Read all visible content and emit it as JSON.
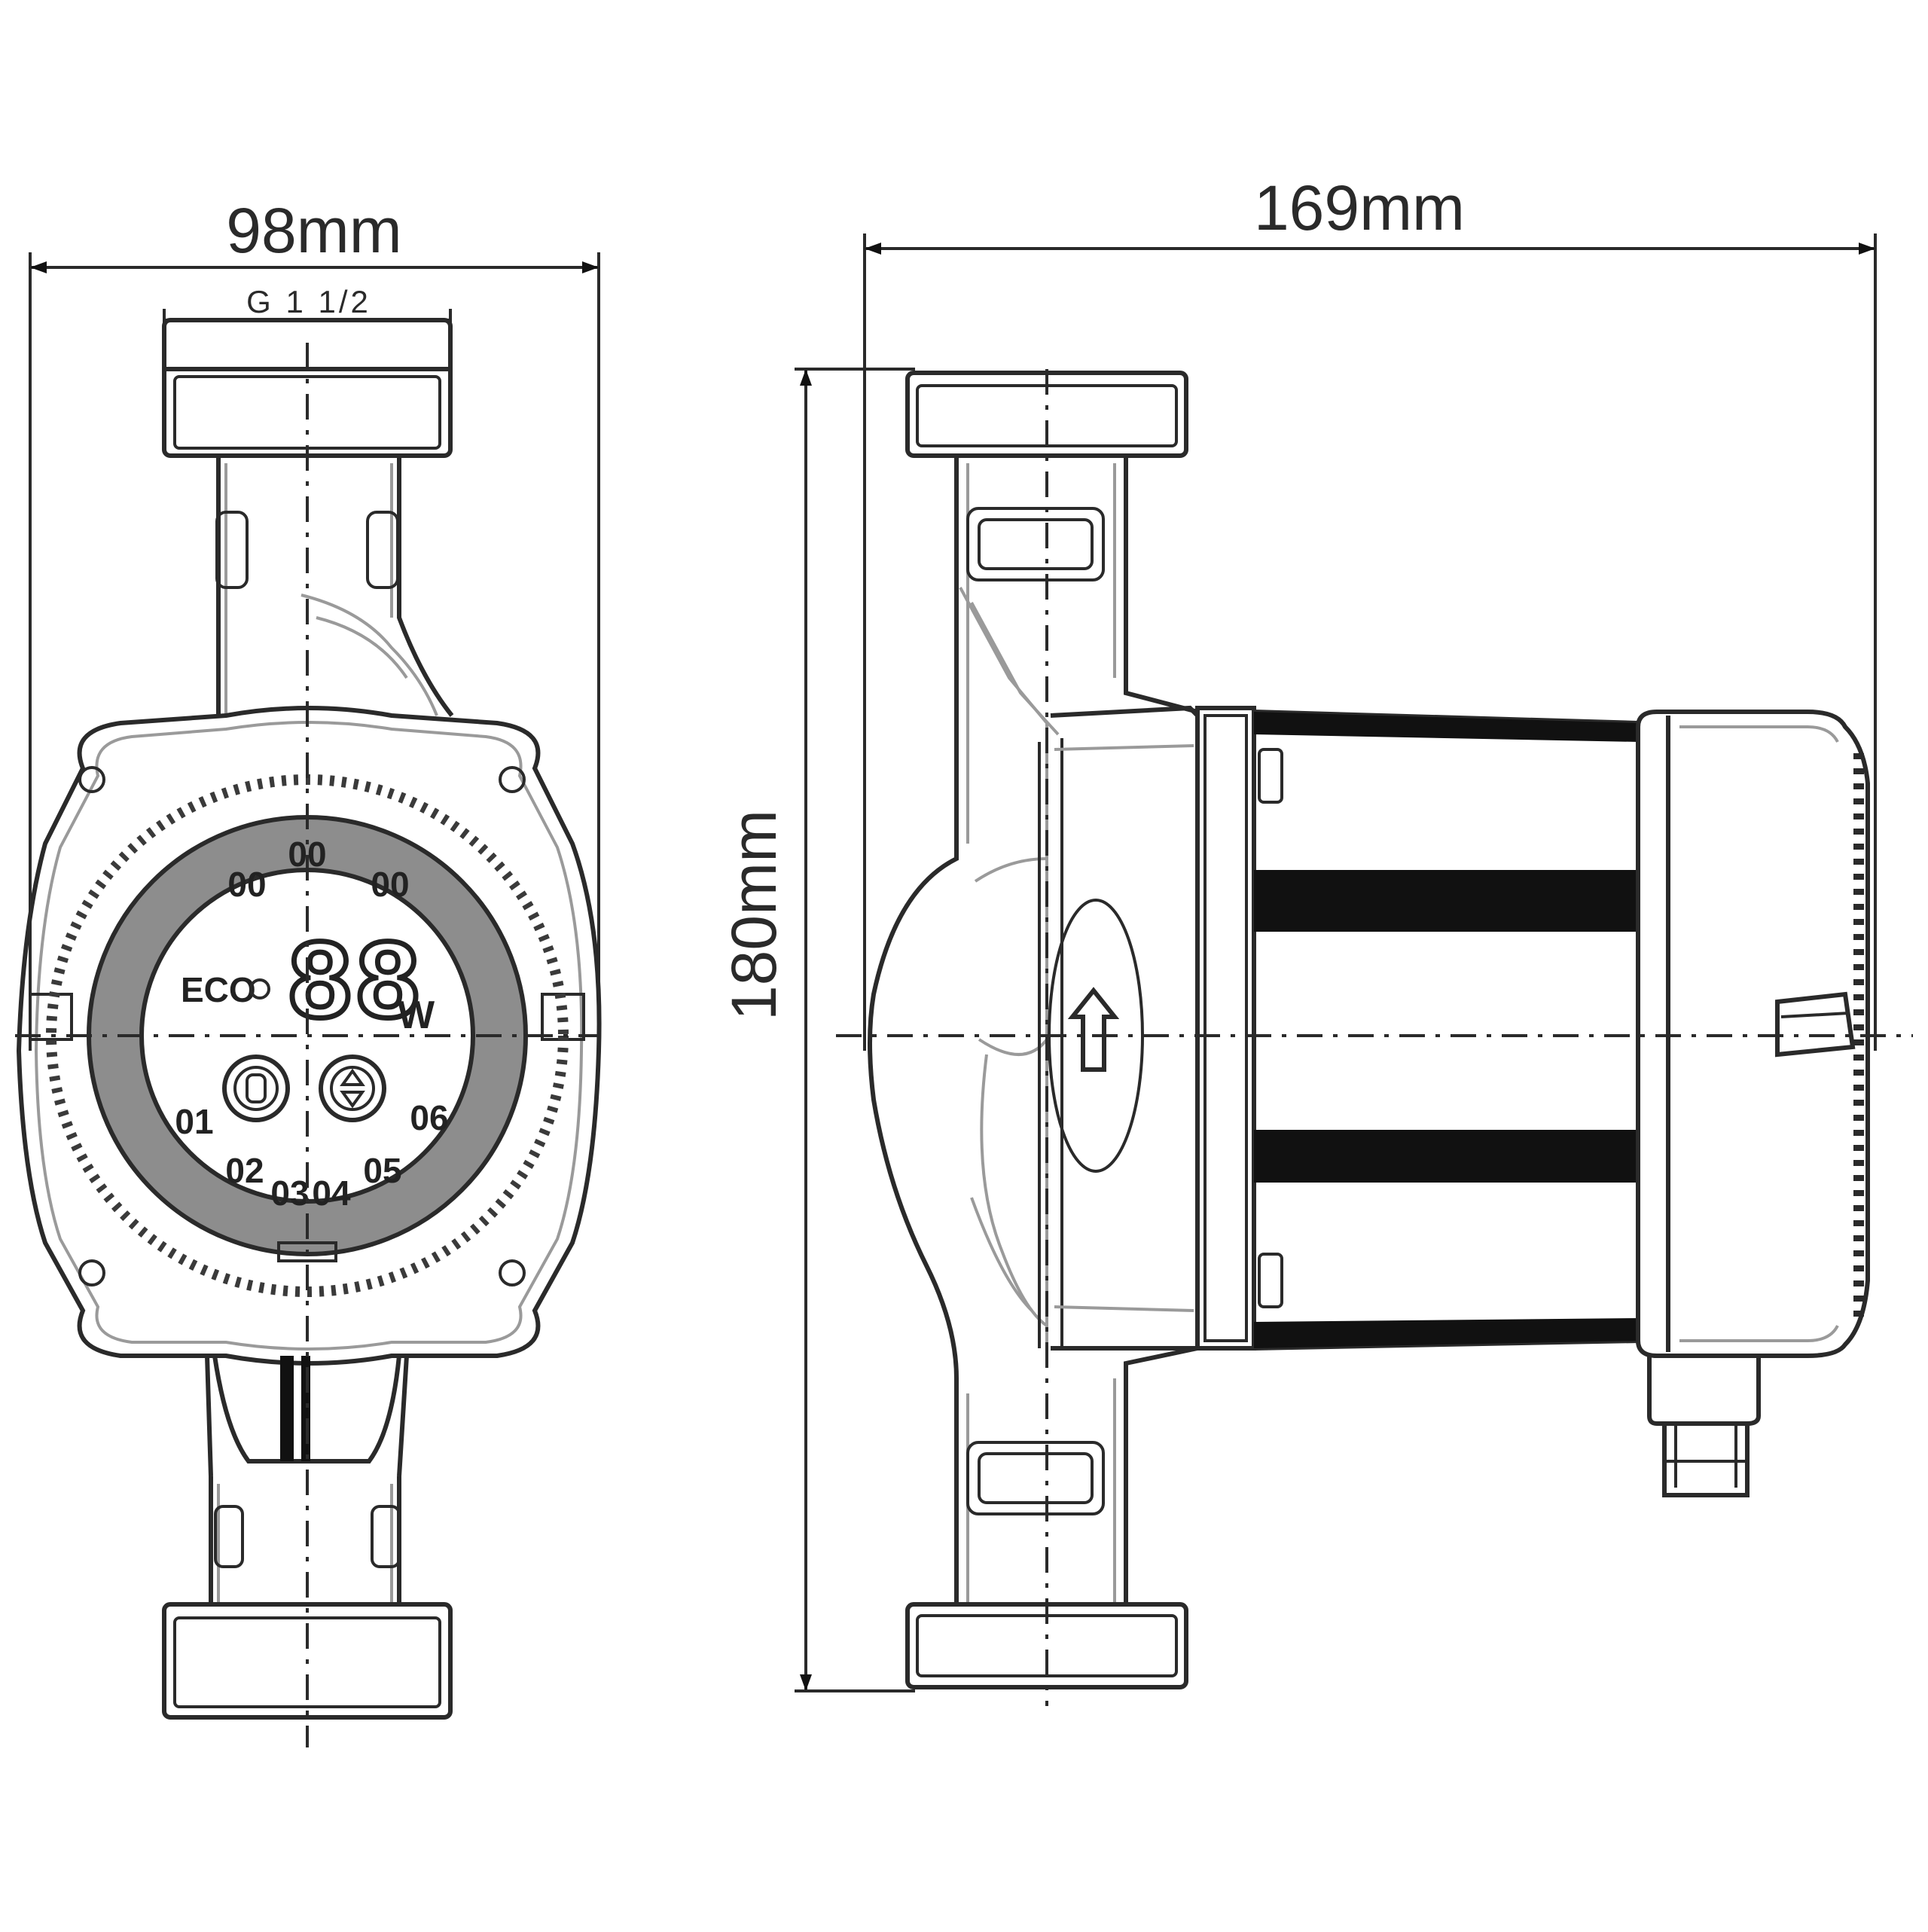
{
  "front_view": {
    "width_label": "98mm",
    "thread_label": "G 1 1/2",
    "display": {
      "mode_label": "ECO",
      "digits": "88",
      "unit": "W",
      "mode_top_left": "00",
      "mode_top_center": "00",
      "mode_top_right": "00",
      "power_icon": "power-button-icon",
      "updown_icon": "up-down-arrows-icon",
      "speed_labels": [
        "01",
        "02",
        "03",
        "04",
        "05",
        "06"
      ]
    }
  },
  "side_view": {
    "length_label": "169mm",
    "height_label": "180mm",
    "flow_icon": "flow-direction-arrow-icon"
  },
  "colors": {
    "line": "#2a2a2a",
    "ring_gray": "#8d8d8d",
    "band_black": "#111111"
  }
}
